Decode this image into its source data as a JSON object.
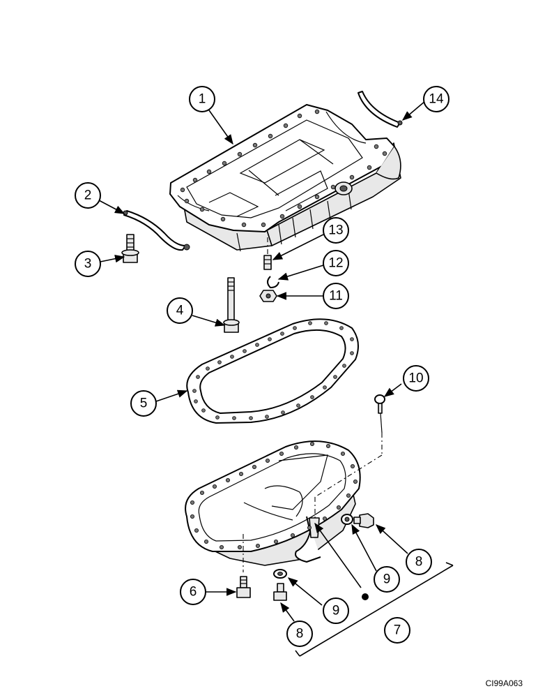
{
  "figure_code": "CI99A063",
  "callouts": {
    "c1": "1",
    "c2": "2",
    "c3": "3",
    "c4": "4",
    "c5": "5",
    "c6": "6",
    "c7": "7",
    "c8a": "8",
    "c8b": "8",
    "c9a": "9",
    "c9b": "9",
    "c10": "10",
    "c11": "11",
    "c12": "12",
    "c13": "13",
    "c14": "14"
  }
}
